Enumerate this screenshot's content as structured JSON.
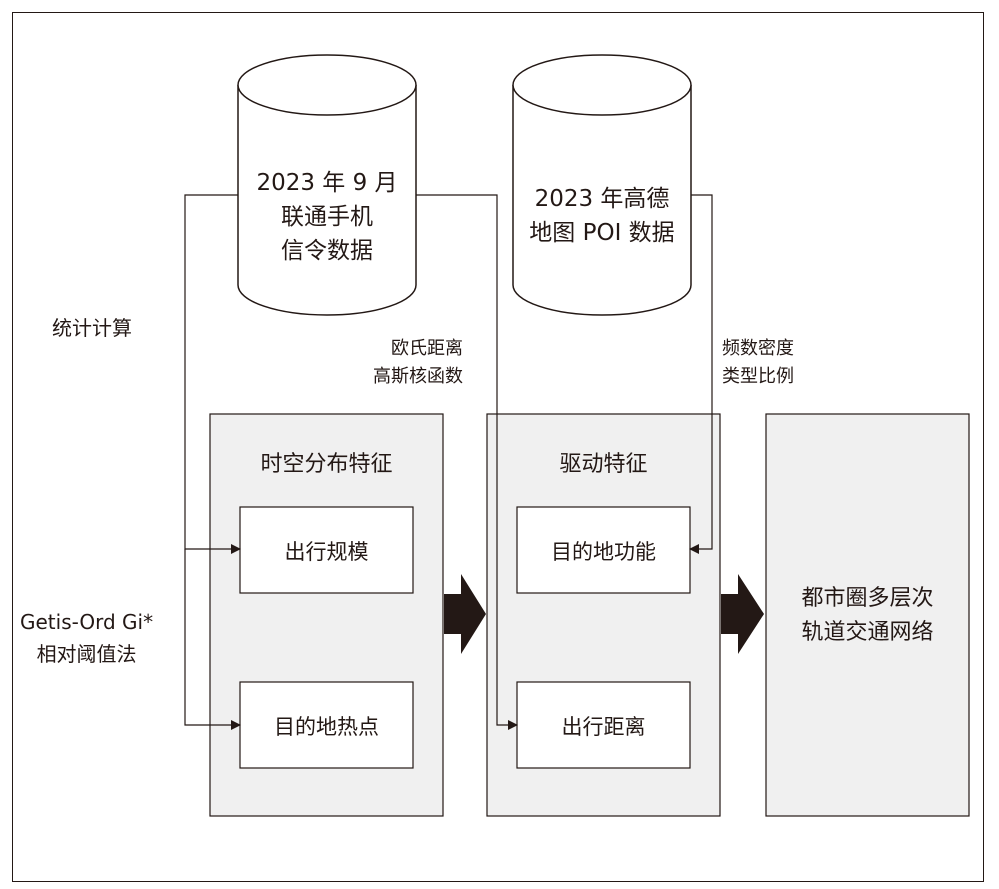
{
  "sources": {
    "unicom": {
      "lines": [
        "2023 年 9 月",
        "联通手机",
        "信令数据"
      ]
    },
    "poi": {
      "lines": [
        "2023 年高德",
        "地图 POI 数据"
      ]
    }
  },
  "methods": {
    "stats": "统计计算",
    "getis": [
      "Getis-Ord Gi*",
      "相对阈值法"
    ],
    "distance": [
      "欧氏距离",
      "高斯核函数"
    ],
    "poi": [
      "频数密度",
      "类型比例"
    ]
  },
  "panels": {
    "spatiotemporal": {
      "title": "时空分布特征",
      "items": [
        "出行规模",
        "目的地热点"
      ]
    },
    "driving": {
      "title": "驱动特征",
      "items": [
        "目的地功能",
        "出行距离"
      ]
    },
    "result": {
      "lines": [
        "都市圈多层次",
        "轨道交通网络"
      ]
    }
  },
  "colors": {
    "stroke": "#231815",
    "panel_fill": "#f0f0f0",
    "box_fill": "#ffffff"
  }
}
